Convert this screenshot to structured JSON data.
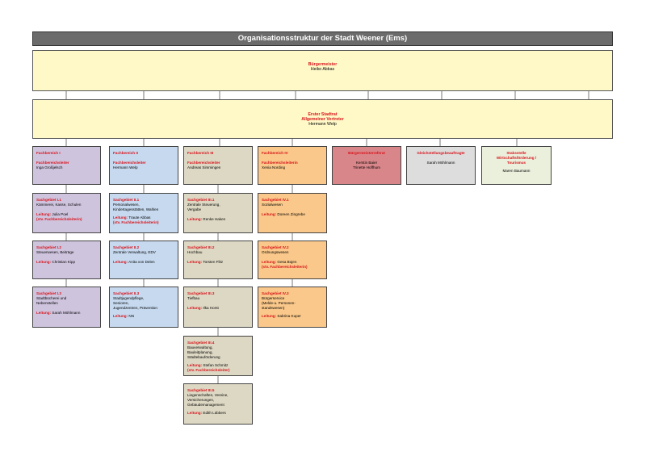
{
  "title": "Organisationsstruktur der Stadt Weener (Ems)",
  "mayor": {
    "role": "Bürgermeister",
    "name": "Heiko Abbas"
  },
  "deputy": {
    "role1": "Erster Stadtrat",
    "role2": "Allgemeiner Vertreter",
    "name": "Hermann Welp"
  },
  "columns": [
    {
      "title": "Fachbereich I",
      "role": "Fachbereichsleiter",
      "name": "Inga Großjelsch"
    },
    {
      "title": "Fachbereich II",
      "role": "Fachbereichsleiter",
      "name": "Hermann Welp"
    },
    {
      "title": "Fachbereich III",
      "role": "Fachbereichsleiter",
      "name": "Andreas Simmingen"
    },
    {
      "title": "Fachbereich IV",
      "role": "Fachbereichsleiterin",
      "name": "Xenia Nording"
    },
    {
      "title": "Bürgermeisterreferat",
      "role": "",
      "name": "Kerstin Baier\nTrinette Hoffhum"
    },
    {
      "title": "Gleichstellungsbeauftragte",
      "role": "",
      "name": "Sarah Möhlmann"
    },
    {
      "title": "Stabsstelle\nWirtschaftsförderung /\nTourismus",
      "role": "",
      "name": "Maren Baumann"
    }
  ],
  "subs": {
    "c1": [
      {
        "title": "Sachgebiet I.1",
        "desc": "Kämmerei, Kasse, Schulen",
        "lead_label": "Leitung:",
        "lead": "Julia Poel",
        "extra": "(stv. Fachbereichsleiterin)"
      },
      {
        "title": "Sachgebiet I.2",
        "desc": "Steuerwesen, Beiträge",
        "lead_label": "Leitung:",
        "lead": "Christian Kipp",
        "extra": ""
      },
      {
        "title": "Sachgebiet I.3",
        "desc": "Stadtbücherei und\nNebenstellen",
        "lead_label": "Leitung:",
        "lead": "Sarah Möhlmann",
        "extra": ""
      }
    ],
    "c2": [
      {
        "title": "Sachgebiet II.1",
        "desc": "Personalwesen,\nKindertagesstätten, Wahlen",
        "lead_label": "Leitung:",
        "lead": "Traute Abbas",
        "extra": "(stv. Fachbereichsleiterin)"
      },
      {
        "title": "Sachgebiet II.2",
        "desc": "Zentrale Verwaltung, EDV",
        "lead_label": "Leitung:",
        "lead": "Anita von Delen",
        "extra": ""
      },
      {
        "title": "Sachgebiet II.3",
        "desc": "Stadtjugendpflege,\nSenioren,\nJugendzentren, Prävention",
        "lead_label": "Leitung:",
        "lead": "NN",
        "extra": ""
      }
    ],
    "c3": [
      {
        "title": "Sachgebiet III.1",
        "desc": "Zentrale Steuerung,\nVergabe",
        "lead_label": "Leitung:",
        "lead": "Renke Haken",
        "extra": ""
      },
      {
        "title": "Sachgebiet III.2",
        "desc": "Hochbau",
        "lead_label": "Leitung:",
        "lead": "Torsten Flitz",
        "extra": ""
      },
      {
        "title": "Sachgebiet III.3",
        "desc": "Tiefbau",
        "lead_label": "Leitung:",
        "lead": "Ilka Horst",
        "extra": ""
      },
      {
        "title": "Sachgebiet III.4",
        "desc": "Bauverwaltung,\nBauleitplanung,\nStädtebauförderung",
        "lead_label": "Leitung:",
        "lead": "Stefan Schmitz",
        "extra": "(stv. Fachbereichsleiter)"
      },
      {
        "title": "Sachgebiet III.5",
        "desc": "Liegenschaften, Vereine,\nVersicherungen,\nGebäudemanagement",
        "lead_label": "Leitung:",
        "lead": "Edith Lübbers",
        "extra": ""
      }
    ],
    "c4": [
      {
        "title": "Sachgebiet IV.1",
        "desc": "Sozialwesen",
        "lead_label": "Leitung:",
        "lead": "Doreen Zingrebe",
        "extra": ""
      },
      {
        "title": "Sachgebiet IV.2",
        "desc": "Ordnungswesen",
        "lead_label": "Leitung:",
        "lead": "Gesa Bojen",
        "extra": "(stv. Fachbereichsleiterin)"
      },
      {
        "title": "Sachgebiet IV.3",
        "desc": "Bürgerservice\n(Melde-u. Personen-\nstandswesen)",
        "lead_label": "Leitung:",
        "lead": "Sabrina Kuper",
        "extra": ""
      }
    ]
  }
}
